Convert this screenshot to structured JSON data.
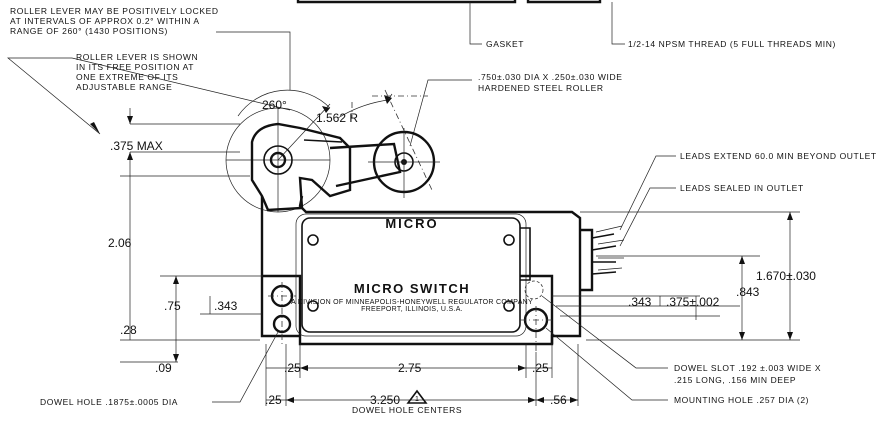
{
  "notes": {
    "roller_locked": [
      "ROLLER LEVER MAY BE POSITIVELY LOCKED",
      "AT INTERVALS OF APPROX 0.2° WITHIN A",
      "RANGE OF 260°  (1430 POSITIONS)"
    ],
    "roller_free": [
      "ROLLER LEVER IS SHOWN",
      "IN ITS FREE POSITION AT",
      "ONE EXTREME OF ITS",
      "ADJUSTABLE  RANGE"
    ],
    "gasket": "GASKET",
    "thread": "1/2-14 NPSM THREAD (5 FULL THREADS MIN)",
    "roller_spec": [
      ".750±.030 DIA X .250±.030 WIDE",
      "HARDENED STEEL ROLLER"
    ],
    "leads_extend": "LEADS EXTEND 60.0 MIN BEYOND OUTLET",
    "leads_sealed": "LEADS  SEALED  IN  OUTLET",
    "dowel_slot": [
      "DOWEL SLOT  .192 ±.003 WIDE X",
      ".215 LONG,  .156 MIN DEEP"
    ],
    "mounting_hole": "MOUNTING HOLE  .257 DIA (2)",
    "dowel_hole": "DOWEL HOLE .1875±.0005 DIA",
    "dowel_centers": "DOWEL HOLE CENTERS"
  },
  "labels": {
    "brand_top": "MICRO",
    "brand_main": "MICRO SWITCH",
    "brand_sub1": "A  DIVISION  OF  MINNEAPOLIS-HONEYWELL  REGULATOR  COMPANY",
    "brand_sub2": "FREEPORT,  ILLINOIS,  U.S.A.",
    "angle": "260°",
    "lever_radius": "1.562 R",
    "triangle_mark": "1"
  },
  "dimensions": {
    "max375": ".375 MAX",
    "height206": "2.06",
    "d75": ".75",
    "d343_left": ".343",
    "d28": ".28",
    "d09": ".09",
    "d25_a": ".25",
    "d275": "2.75",
    "d25_b": ".25",
    "d25_c": ".25",
    "d3250": "3.250",
    "d56": ".56",
    "d1670": "1.670±.030",
    "d843": ".843",
    "d343_right": ".343",
    "d375": ".375±.002"
  }
}
